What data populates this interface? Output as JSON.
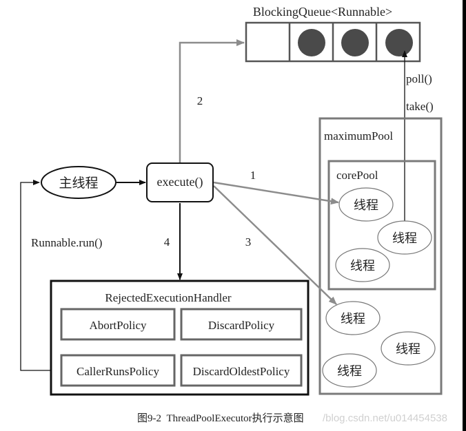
{
  "diagram": {
    "queue": {
      "title": "BlockingQueue<Runnable>",
      "slots": [
        {
          "filled": false
        },
        {
          "filled": true
        },
        {
          "filled": true
        },
        {
          "filled": true
        }
      ]
    },
    "main_thread": {
      "label": "主线程"
    },
    "execute": {
      "label": "execute()"
    },
    "edges": {
      "step1": "1",
      "step2": "2",
      "step3": "3",
      "step4": "4",
      "runnable_run": "Runnable.run()",
      "poll": "poll()",
      "take": "take()"
    },
    "maximum_pool": {
      "label": "maximumPool",
      "threads": [
        "线程",
        "线程",
        "线程"
      ]
    },
    "core_pool": {
      "label": "corePool",
      "threads": [
        "线程",
        "线程",
        "线程"
      ]
    },
    "rejected_handler": {
      "label": "RejectedExecutionHandler",
      "policies": [
        "AbortPolicy",
        "DiscardPolicy",
        "CallerRunsPolicy",
        "DiscardOldestPolicy"
      ]
    },
    "caption": "图9-2  ThreadPoolExecutor执行示意图",
    "watermark": "/blog.csdn.net/u014454538"
  },
  "colors": {
    "line_dark": "#111111",
    "line_gray": "#8c8c8c",
    "box_gray": "#7a7a7a",
    "dot_fill": "#4a4a4a",
    "watermark": "#d0d0d0"
  }
}
